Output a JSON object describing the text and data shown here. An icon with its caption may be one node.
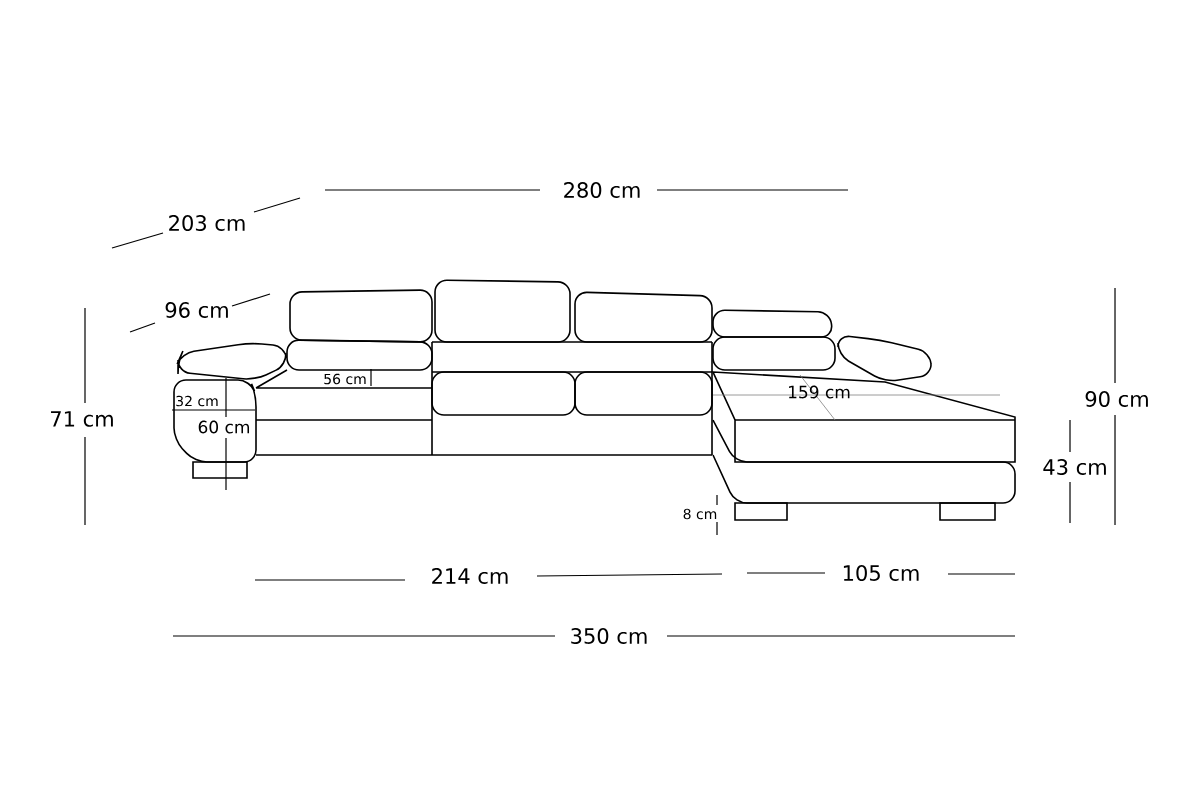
{
  "diagram": {
    "labels": [
      "280 cm",
      "203 cm",
      "96 cm",
      "56 cm",
      "32 cm",
      "159 cm",
      "90 cm",
      "71 cm",
      "60 cm",
      "43 cm",
      "8 cm",
      "214 cm",
      "105 cm",
      "350 cm"
    ]
  }
}
